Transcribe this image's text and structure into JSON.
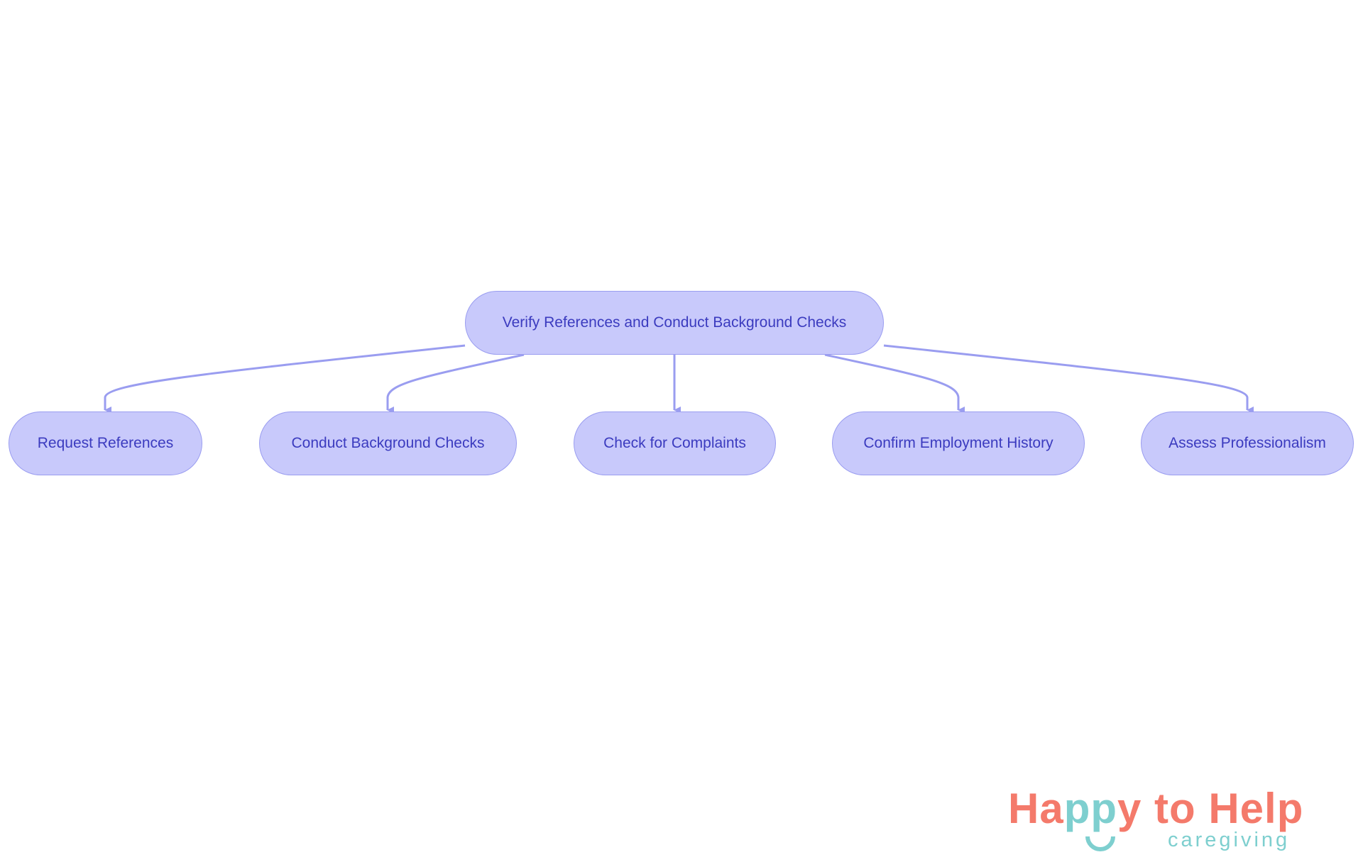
{
  "diagram": {
    "root": {
      "label": "Verify References and Conduct Background Checks"
    },
    "children": [
      {
        "label": "Request References"
      },
      {
        "label": "Conduct Background Checks"
      },
      {
        "label": "Check for Complaints"
      },
      {
        "label": "Confirm Employment History"
      },
      {
        "label": "Assess Professionalism"
      }
    ],
    "colors": {
      "node_fill": "#c8c9fb",
      "node_stroke": "#9a9df0",
      "edge": "#9a9df0",
      "text": "#3b3bbf"
    }
  },
  "logo": {
    "part1": "Ha",
    "part2": "pp",
    "part3": "y to Help",
    "subtitle": "caregiving",
    "colors": {
      "coral": "#f47a6b",
      "teal": "#7ecfcf"
    }
  }
}
